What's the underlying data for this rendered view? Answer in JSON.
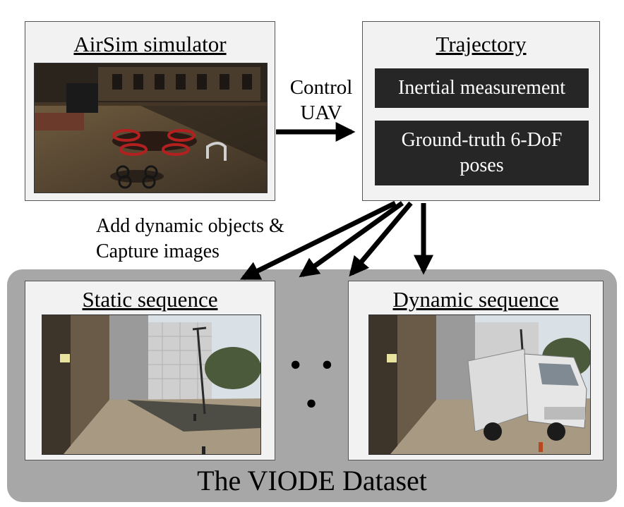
{
  "simulator": {
    "title": "AirSim simulator"
  },
  "control_label": {
    "line1": "Control",
    "line2": "UAV"
  },
  "trajectory": {
    "title": "Trajectory",
    "items": [
      {
        "label": "Inertial measurement"
      },
      {
        "label_line1": "Ground-truth 6-DoF",
        "label_line2": "poses"
      }
    ]
  },
  "capture_label": {
    "line1": "Add dynamic objects &",
    "line2": "Capture images"
  },
  "dataset": {
    "title": "The VIODE Dataset",
    "static": {
      "title": "Static sequence"
    },
    "dynamic": {
      "title": "Dynamic sequence"
    },
    "ellipsis": "• • •"
  },
  "colors": {
    "panel": "#a7a7a7",
    "box": "#f2f2f2",
    "dark_box": "#262626",
    "arrow": "#000000"
  }
}
